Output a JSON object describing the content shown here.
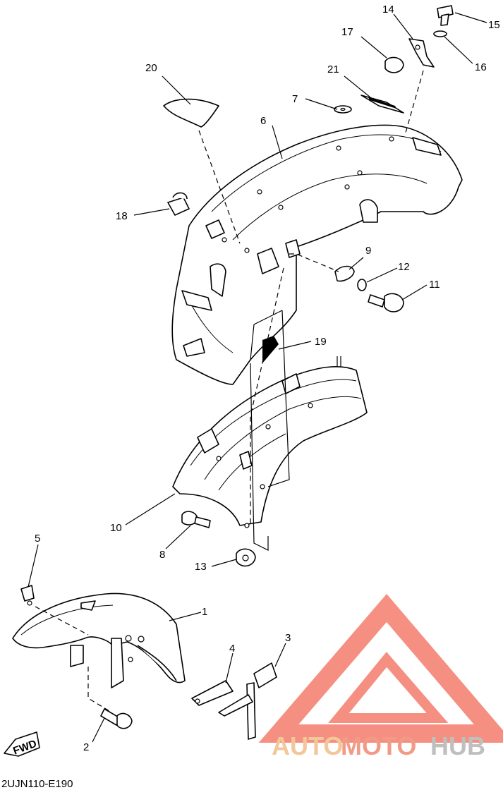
{
  "diagram": {
    "code": "2UJN110-E190",
    "fwd_label": "FWD",
    "callouts": [
      "1",
      "2",
      "3",
      "4",
      "5",
      "6",
      "7",
      "8",
      "9",
      "10",
      "11",
      "12",
      "13",
      "14",
      "15",
      "16",
      "17",
      "18",
      "19",
      "20",
      "21"
    ]
  },
  "watermark": {
    "brand": "AUTOMOTOHUB",
    "part1": "AUTO",
    "part2": "MOTO",
    "part3": "HUB",
    "colors": {
      "auto": "#f2c79a",
      "moto": "#f29a86",
      "hub": "#bfbfbf",
      "logo": "#f47c6c"
    }
  }
}
